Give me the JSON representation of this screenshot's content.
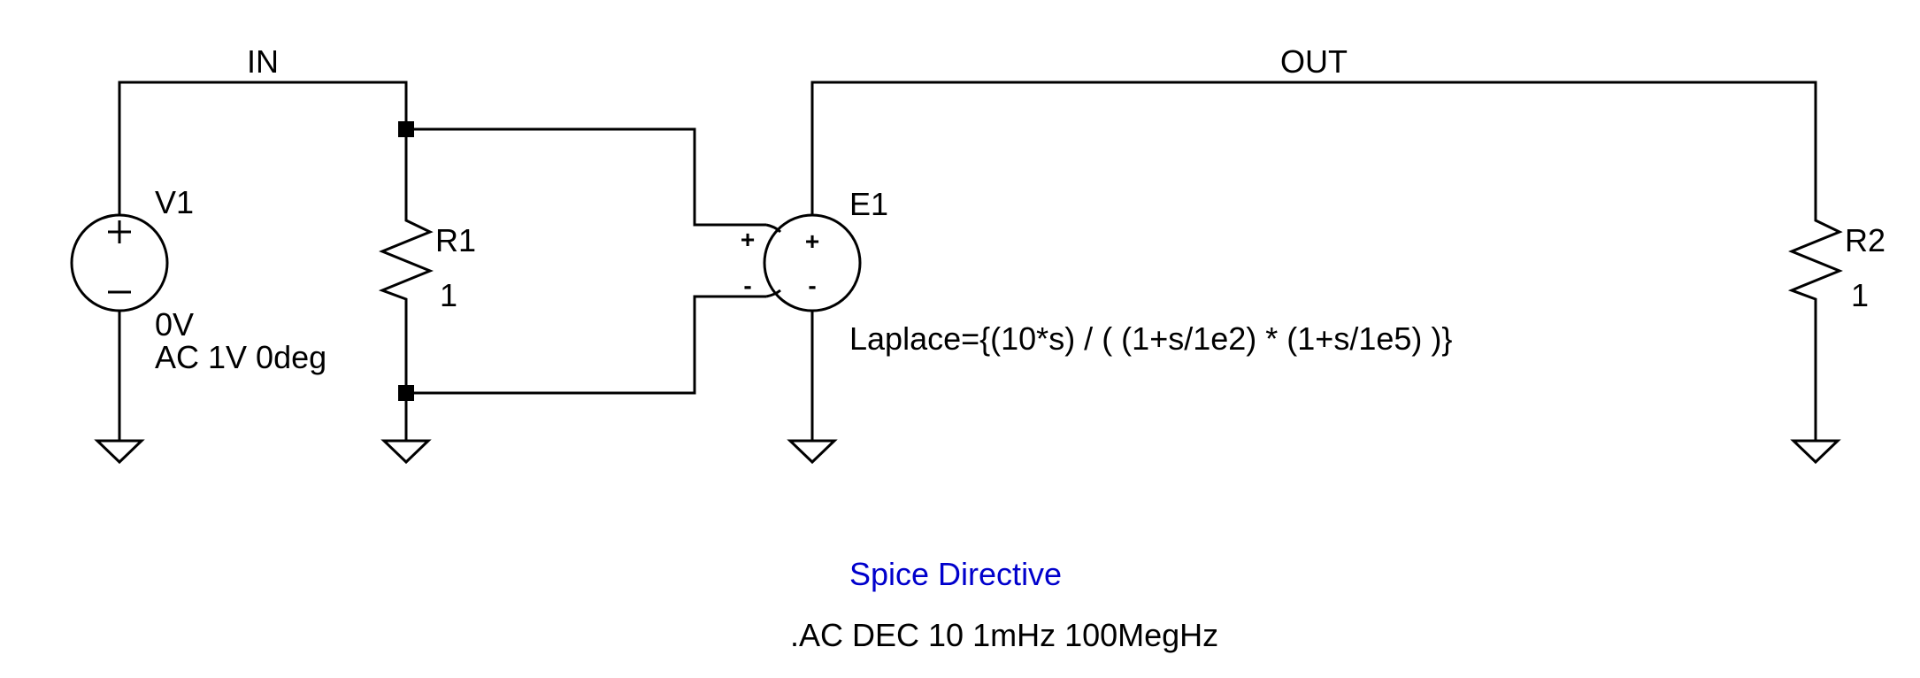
{
  "nets": {
    "in_label": "IN",
    "out_label": "OUT"
  },
  "components": {
    "v1": {
      "name": "V1",
      "dc_value": "0V",
      "ac_value": "AC 1V 0deg",
      "plus_glyph": "+",
      "minus_glyph": "–",
      "icon": "voltage-source-icon"
    },
    "r1": {
      "name": "R1",
      "value": "1",
      "icon": "resistor-icon"
    },
    "e1": {
      "name": "E1",
      "expression": "Laplace={(10*s) / ( (1+s/1e2) * (1+s/1e5) )}",
      "out_plus": "+",
      "out_minus": "-",
      "ctrl_plus": "+",
      "ctrl_minus": "-",
      "icon": "vcvs-source-icon"
    },
    "r2": {
      "name": "R2",
      "value": "1",
      "icon": "resistor-icon"
    },
    "grounds": [
      "ground-icon",
      "ground-icon",
      "ground-icon",
      "ground-icon"
    ]
  },
  "directive": {
    "header": "Spice Directive",
    "command": ".AC DEC 10 1mHz 100MegHz"
  },
  "colors": {
    "wire": "#000000",
    "directive_header": "#0000cc",
    "directive_text": "#000000",
    "background": "#ffffff"
  }
}
